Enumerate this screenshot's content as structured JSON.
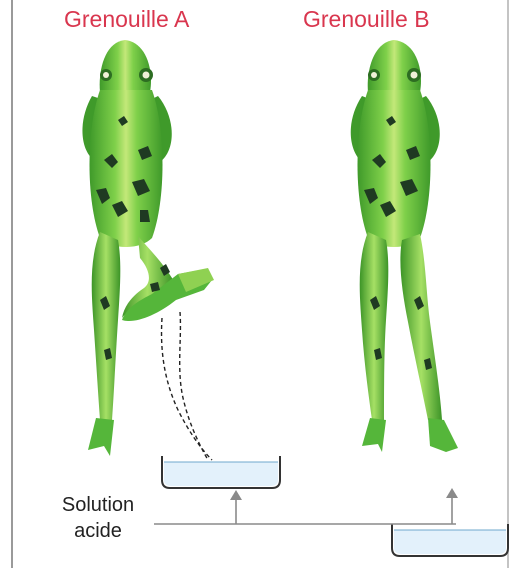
{
  "frogs": {
    "a": {
      "label": "Grenouille A"
    },
    "b": {
      "label": "Grenouille B"
    }
  },
  "solution": {
    "line1": "Solution",
    "line2": "acide"
  },
  "colors": {
    "title": "#d9364e",
    "frog_green": "#55b63a",
    "frog_light": "#c3e879",
    "frog_spots": "#1f3a22",
    "arrow": "#8a8a8a",
    "liquid": "#e3f1fb",
    "frame": "#999999"
  }
}
